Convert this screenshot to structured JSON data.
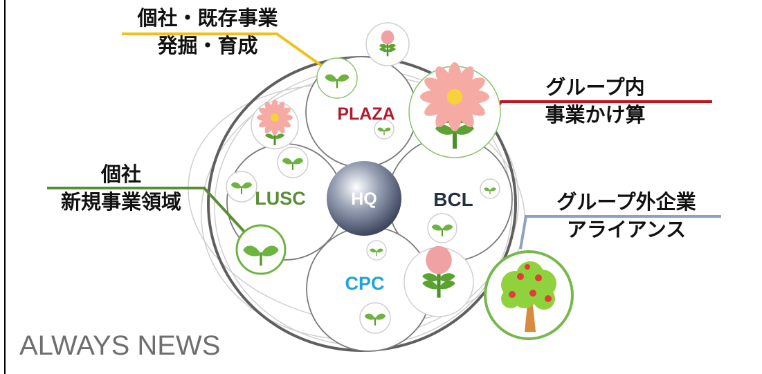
{
  "captions": {
    "c1": [
      "個社・既存事業",
      "発掘・育成"
    ],
    "c2": [
      "グループ内",
      "事業かけ算"
    ],
    "c3": [
      "個社",
      "新規事業領域"
    ],
    "c4": [
      "グループ外企業",
      "アライアンス"
    ]
  },
  "units": {
    "hq": "HQ",
    "plaza": "PLAZA",
    "bcl": "BCL",
    "lusc": "LUSC",
    "cpc": "CPC"
  },
  "colors": {
    "plaza": "#b3192b",
    "bcl": "#243044",
    "lusc": "#5a8d36",
    "cpc": "#1ea3db",
    "hq_fill": "#54607a",
    "leader_c1": "#f2bf1d",
    "leader_c2": "#c0141e",
    "leader_c3": "#5b8d36",
    "leader_c4": "#8da2bf",
    "ring": "#5f5f5f",
    "leaf": "#58a32f",
    "petal": "#f2a7a1"
  },
  "logo": "ALWAYS NEWS"
}
